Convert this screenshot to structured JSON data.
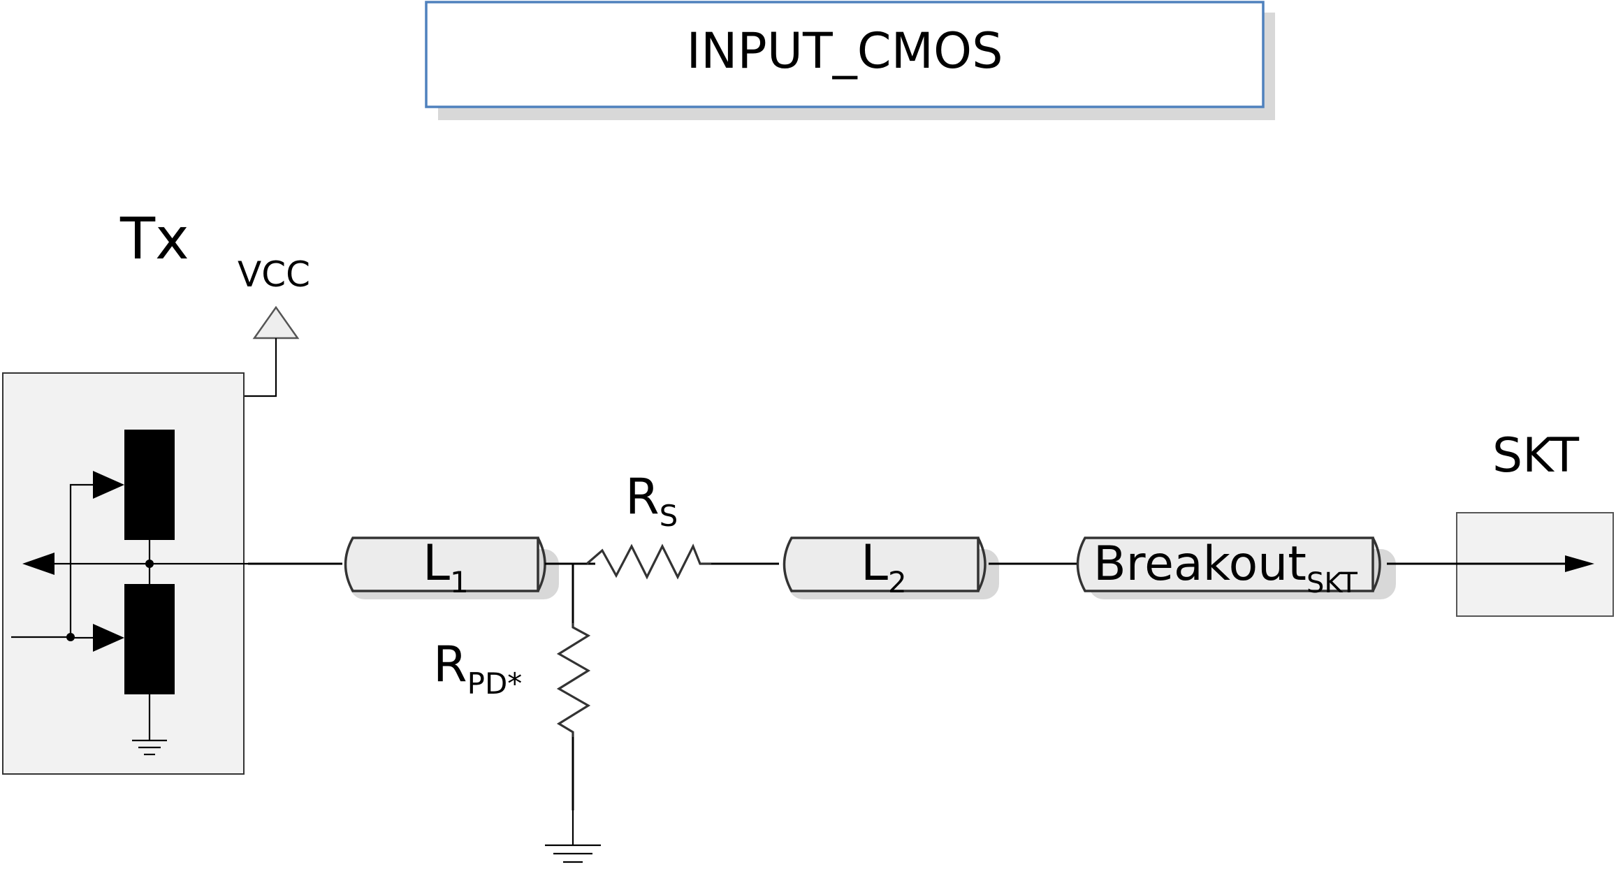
{
  "diagram": {
    "title": "INPUT_CMOS",
    "tx_label": "Tx",
    "vcc_label": "VCC",
    "skt_label": "SKT",
    "rs": {
      "main": "R",
      "sub": "S"
    },
    "rpd": {
      "main": "R",
      "sub": "PD*"
    },
    "l1": {
      "main": "L",
      "sub": "1"
    },
    "l2": {
      "main": "L",
      "sub": "2"
    },
    "breakout": {
      "main": "Breakout",
      "sub": "SKT"
    },
    "colors": {
      "title_border": "#4f81bd",
      "block_fill": "#f2f2f2",
      "line": "#000000"
    }
  }
}
